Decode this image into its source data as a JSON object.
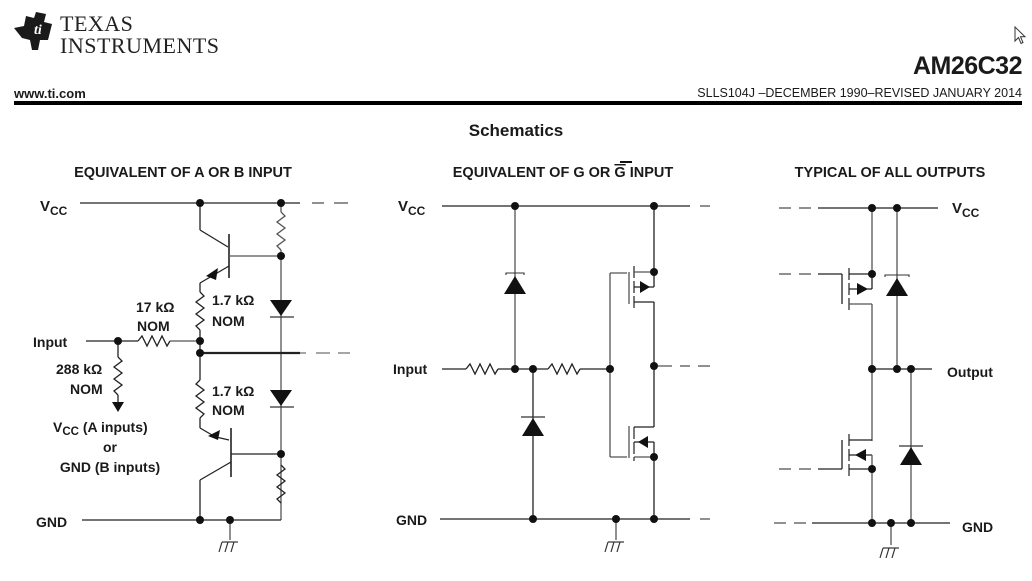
{
  "header": {
    "brand_line1": "Texas",
    "brand_line2": "Instruments",
    "url": "www.ti.com",
    "part_number": "AM26C32",
    "document_id": "SLLS104J –DECEMBER 1990–REVISED JANUARY 2014"
  },
  "section_title": "Schematics",
  "diagrams": {
    "ab_input": {
      "title": "EQUIVALENT OF A OR B INPUT",
      "vcc": "V",
      "vcc_sub": "CC",
      "input": "Input",
      "gnd": "GND",
      "r_series_value": "17 kΩ",
      "r_series_nom": "NOM",
      "r_pull_value": "288 kΩ",
      "r_pull_nom": "NOM",
      "r_top_value": "1.7 kΩ",
      "r_top_nom": "NOM",
      "r_bot_value": "1.7 kΩ",
      "r_bot_nom": "NOM",
      "note_line1_v": "V",
      "note_line1_sub": "CC",
      "note_line1_rest": " (A inputs)",
      "note_line2": "or",
      "note_line3": "GND (B inputs)"
    },
    "g_input": {
      "title_prefix": "EQUIVALENT OF G OR ",
      "title_overbar": "G",
      "title_suffix": " INPUT",
      "vcc": "V",
      "vcc_sub": "CC",
      "input": "Input",
      "gnd": "GND"
    },
    "outputs": {
      "title": "TYPICAL OF ALL OUTPUTS",
      "vcc": "V",
      "vcc_sub": "CC",
      "output": "Output",
      "gnd": "GND"
    }
  }
}
